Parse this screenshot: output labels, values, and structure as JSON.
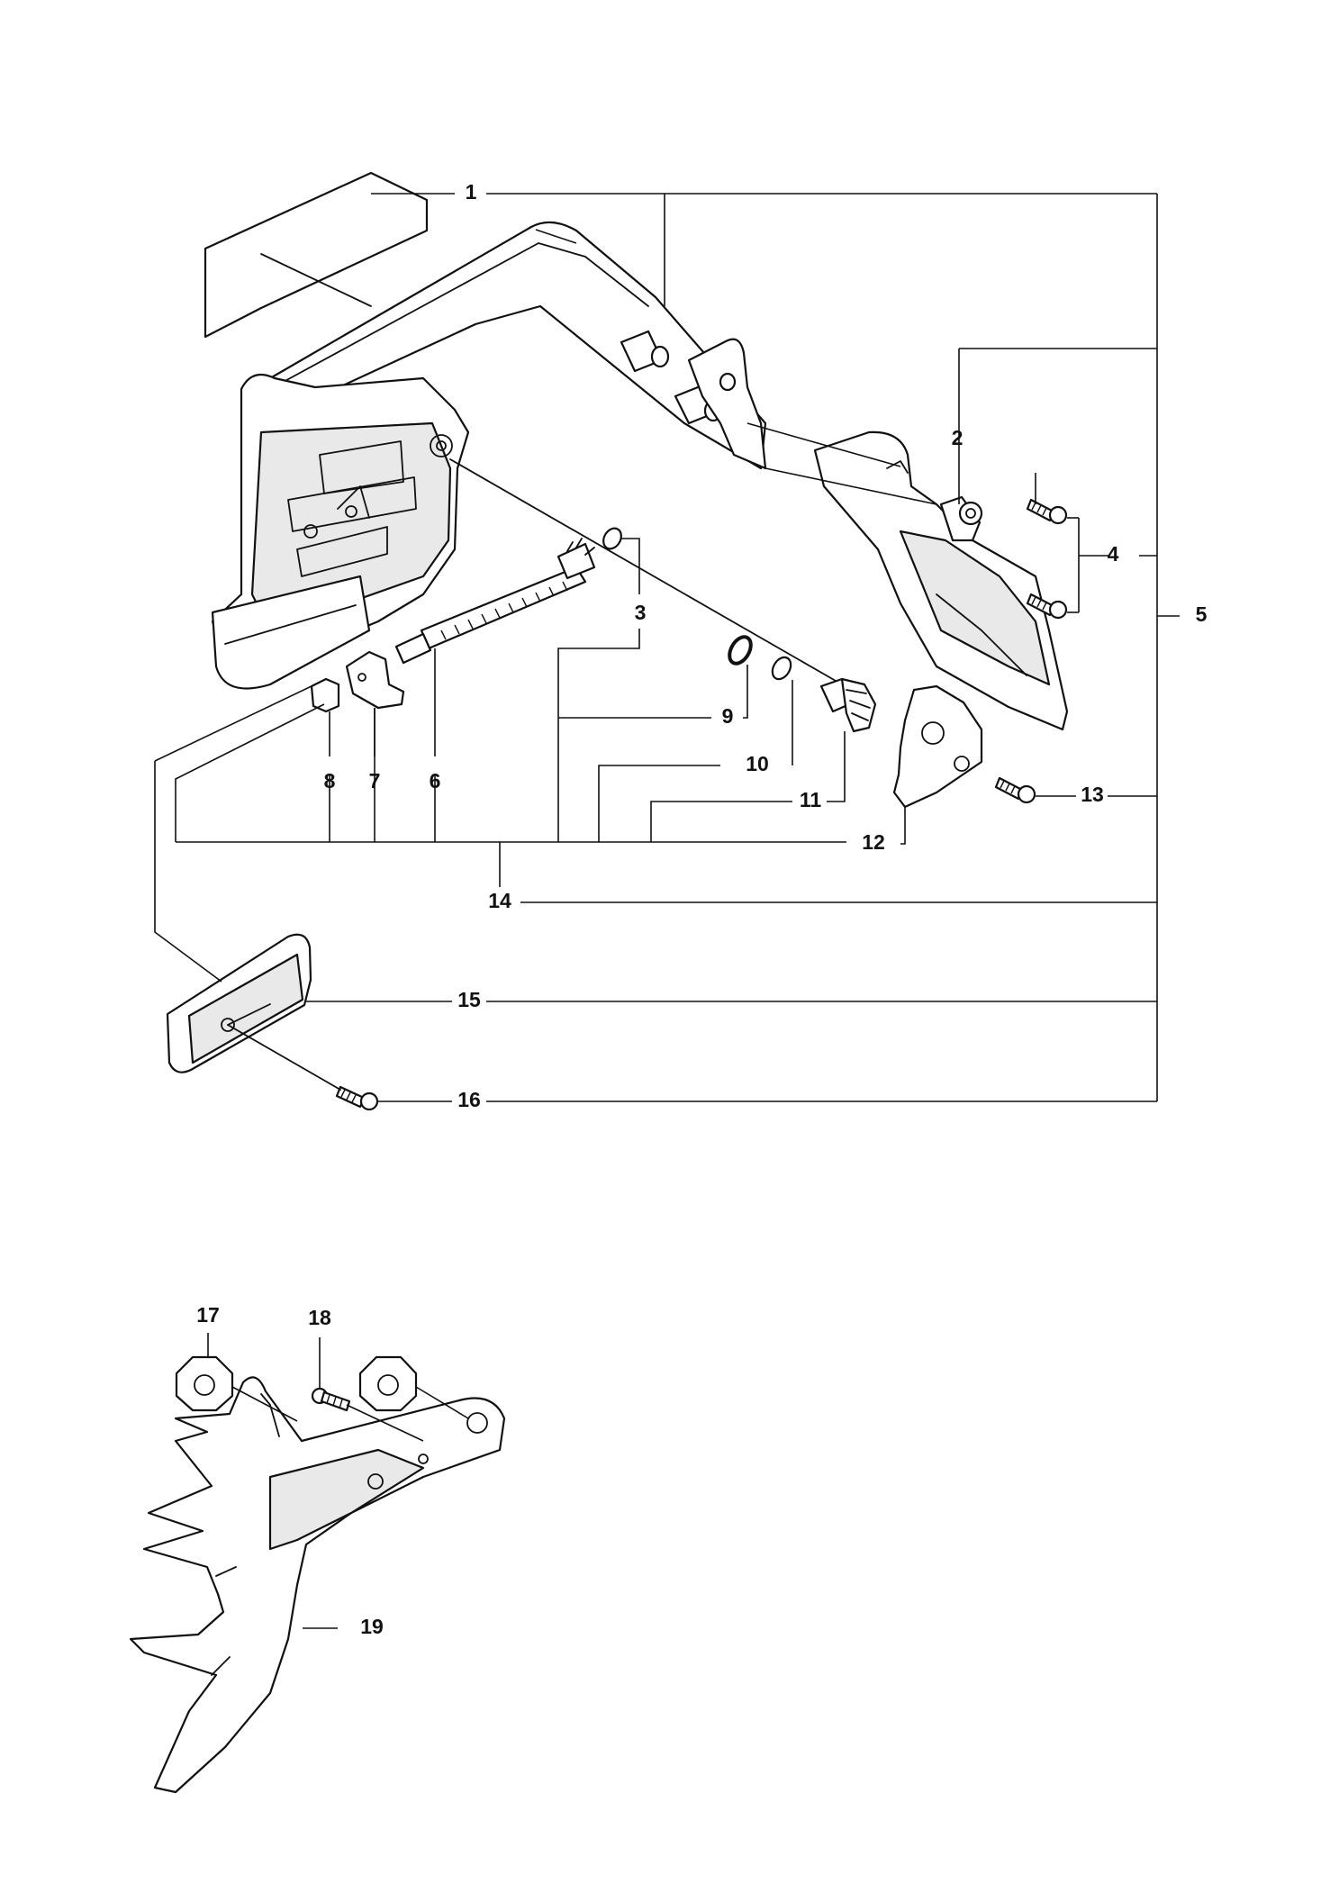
{
  "callouts": {
    "c1": "1",
    "c2": "2",
    "c3": "3",
    "c4": "4",
    "c5": "5",
    "c6": "6",
    "c7": "7",
    "c8": "8",
    "c9": "9",
    "c10": "10",
    "c11": "11",
    "c12": "12",
    "c13": "13",
    "c14": "14",
    "c15": "15",
    "c16": "16",
    "c17": "17",
    "c18": "18",
    "c19": "19"
  },
  "colors": {
    "line": "#111111",
    "fill": "#ffffff",
    "shade": "#e9e9e9"
  }
}
